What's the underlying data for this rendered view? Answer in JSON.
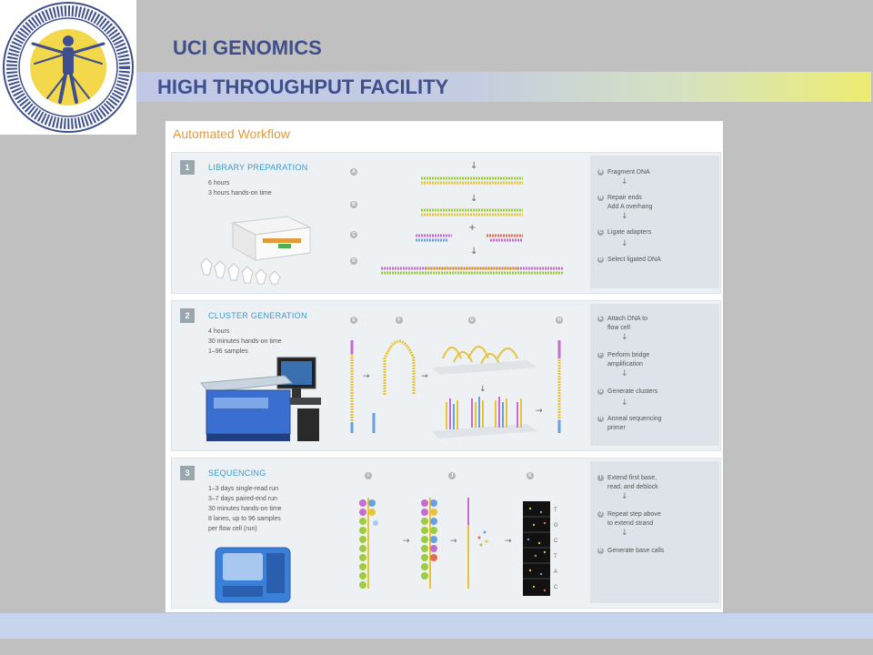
{
  "header": {
    "org": "UCI GENOMICS",
    "facility": "HIGH THROUGHPUT FACILITY",
    "logo_icon": "vitruvian-man-logo-icon"
  },
  "colors": {
    "title_blue": "#3f4f8e",
    "band_start": "#c0c8e6",
    "band_end": "#ecec70",
    "workflow_orange": "#e39a3a",
    "step_blue": "#3a9ad0"
  },
  "workflow": {
    "title": "Automated Workflow",
    "rows": [
      {
        "num": "1",
        "title": "LIBRARY PREPARATION",
        "details": [
          "6 hours",
          "3 hours hands-on time"
        ],
        "diagram_labels": [
          "A",
          "B",
          "C",
          "D"
        ],
        "steps": [
          {
            "letter": "A",
            "lines": [
              "Fragment DNA"
            ]
          },
          {
            "letter": "B",
            "lines": [
              "Repair ends",
              "Add A overhang"
            ]
          },
          {
            "letter": "C",
            "lines": [
              "Ligate adapters"
            ]
          },
          {
            "letter": "D",
            "lines": [
              "Select ligated DNA"
            ]
          }
        ]
      },
      {
        "num": "2",
        "title": "CLUSTER GENERATION",
        "details": [
          "4 hours",
          "30 minutes hands-on time",
          "1–96 samples"
        ],
        "diagram_labels": [
          "E",
          "F",
          "G",
          "H"
        ],
        "steps": [
          {
            "letter": "E",
            "lines": [
              "Attach DNA to",
              "flow cell"
            ]
          },
          {
            "letter": "F",
            "lines": [
              "Perform bridge",
              "amplification"
            ]
          },
          {
            "letter": "G",
            "lines": [
              "Generate clusters"
            ]
          },
          {
            "letter": "H",
            "lines": [
              "Anneal sequencing",
              "primer"
            ]
          }
        ]
      },
      {
        "num": "3",
        "title": "SEQUENCING",
        "details": [
          "1–3 days single-read run",
          "3–7 days paired-end run",
          "30 minutes hands-on time",
          "8 lanes, up to 96 samples",
          "  per flow cell (run)"
        ],
        "diagram_labels": [
          "I",
          "J",
          "K"
        ],
        "base_calls": [
          "T",
          "G",
          "C",
          "T",
          "A",
          "C"
        ],
        "steps": [
          {
            "letter": "I",
            "lines": [
              "Extend first base,",
              "read, and deblock"
            ]
          },
          {
            "letter": "J",
            "lines": [
              "Repeat step above",
              "to extend strand"
            ]
          },
          {
            "letter": "K",
            "lines": [
              "Generate base calls"
            ]
          }
        ]
      }
    ]
  }
}
